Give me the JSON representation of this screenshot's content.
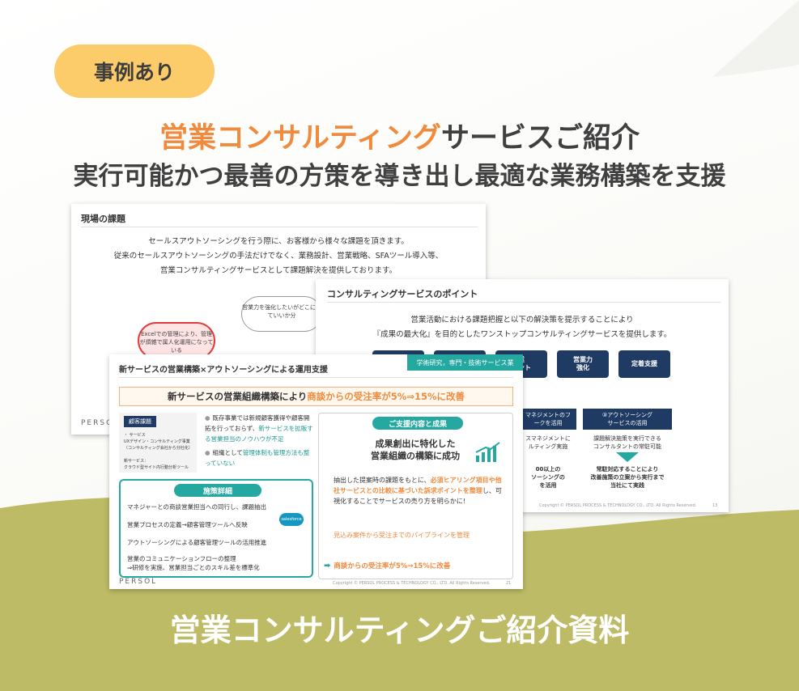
{
  "colors": {
    "accent_orange": "#f08a3c",
    "badge_yellow": "#fccb6a",
    "olive": "#bdbb65",
    "teal": "#24a8a0",
    "navy": "#1f3b63"
  },
  "badge": {
    "label": "事例あり"
  },
  "headline": {
    "line1_accent": "営業コンサルティング",
    "line1_rest": "サービスご紹介",
    "line2": "実行可能かつ最善の方策を導き出し最適な業務構築を支援"
  },
  "footer": {
    "title": "営業コンサルティングご紹介資料"
  },
  "slide1": {
    "title": "現場の課題",
    "intro": [
      "セールスアウトソーシングを行う際に、お客様から様々な課題を頂きます。",
      "従来のセールスアウトソーシングの手法だけでなく、業務設計、営業戦略、SFAツール導入等、",
      "営業コンサルティングサービスとして課題解決を提供しております。"
    ],
    "bubble_red": "Excelでの管理により、管理が煩雑で属人化運用になっている",
    "bubble_gray": "営業力を強化したいがどこに掛ていいか分",
    "logo": "PERSOL"
  },
  "slide2": {
    "title": "コンサルティングサービスのポイント",
    "intro": [
      "営業活動における課題把握と以下の解決策を提示することにより",
      "『成果の最大化』を目的としたワンストップコンサルティングサービスを提供します。"
    ],
    "boxes": [
      "",
      "",
      "業\nメント",
      "営業力\n強化",
      "定着支援"
    ],
    "col_heads": [
      "マネジメントのフ\nークを活用",
      "③アウトソーシング\nサービスの活用"
    ],
    "col1_text": "スマネジメントに\nルティング実施",
    "col1_text2": "00以上の\nソーシングの\nを活用",
    "col2_text": "課題解決施策を実行できる\nコンサルタントの常駐可能",
    "col2_text2": "常駐対応することにより\n改善施策の立案から実行まで\n当社にて実践",
    "copyright": "Copyright © PERSOL PROCESS & TECHNOLOGY CO., LTD. All Rights Reserved.",
    "page": "13"
  },
  "slide3": {
    "title": "新サービスの営業構築×アウトソーシングによる運用支援",
    "tag": "学術研究，専門・技術サービス業",
    "band_prefix": "新サービスの営業組織構築により",
    "band_accent": "商談からの受注率が5%⇒15%に改善",
    "client_label": "顧客課題",
    "client_text": "・ サービス\nUXデザイン・コンサルティング事業\n（コンサルティング会社から分社化）\n\n新サービス：\nクラウド型サイト内行動分析ツール",
    "issue1_a": "既存事業では新規顧客獲得や顧客開拓を行っておらず、",
    "issue1_b": "新サービスを拡販する営業担当のノウハウが不足",
    "issue2_a": "組織として",
    "issue2_b": "管理体制も管理方法も整っていない",
    "measures_title": "施策詳細",
    "measures": [
      "マネジャーとの商談営業担当への同行し、課題抽出",
      "営業プロセスの定義→顧客管理ツールへ反映",
      "アウトソーシングによる顧客管理ツールの活用推進",
      "営業のコミュニケーションフローの整理",
      "⇒研修を実施、営業担当ごとのスキル差を標準化"
    ],
    "results_title": "ご支援内容と成果",
    "results_head": "成果創出に特化した\n営業組織の構築に成功",
    "result1_a": "抽出した提案時の課題をもとに、",
    "result1_b": "必須ヒアリング項目や他社サービスとの比較に基づいた訴求ポイントを整理",
    "result1_c": "し、可視化することでサービスの売り方を明らかに!",
    "result2": "見込み案件から受注までのパイプラインを管理",
    "result_final": "商談からの受注率が5%⇒15%に改善",
    "logo": "PERSOL",
    "copyright": "Copyright © PERSOL PROCESS & TECHNOLOGY CO., LTD. All Rights Reserved.",
    "page": "21",
    "salesforce": "salesforce"
  }
}
